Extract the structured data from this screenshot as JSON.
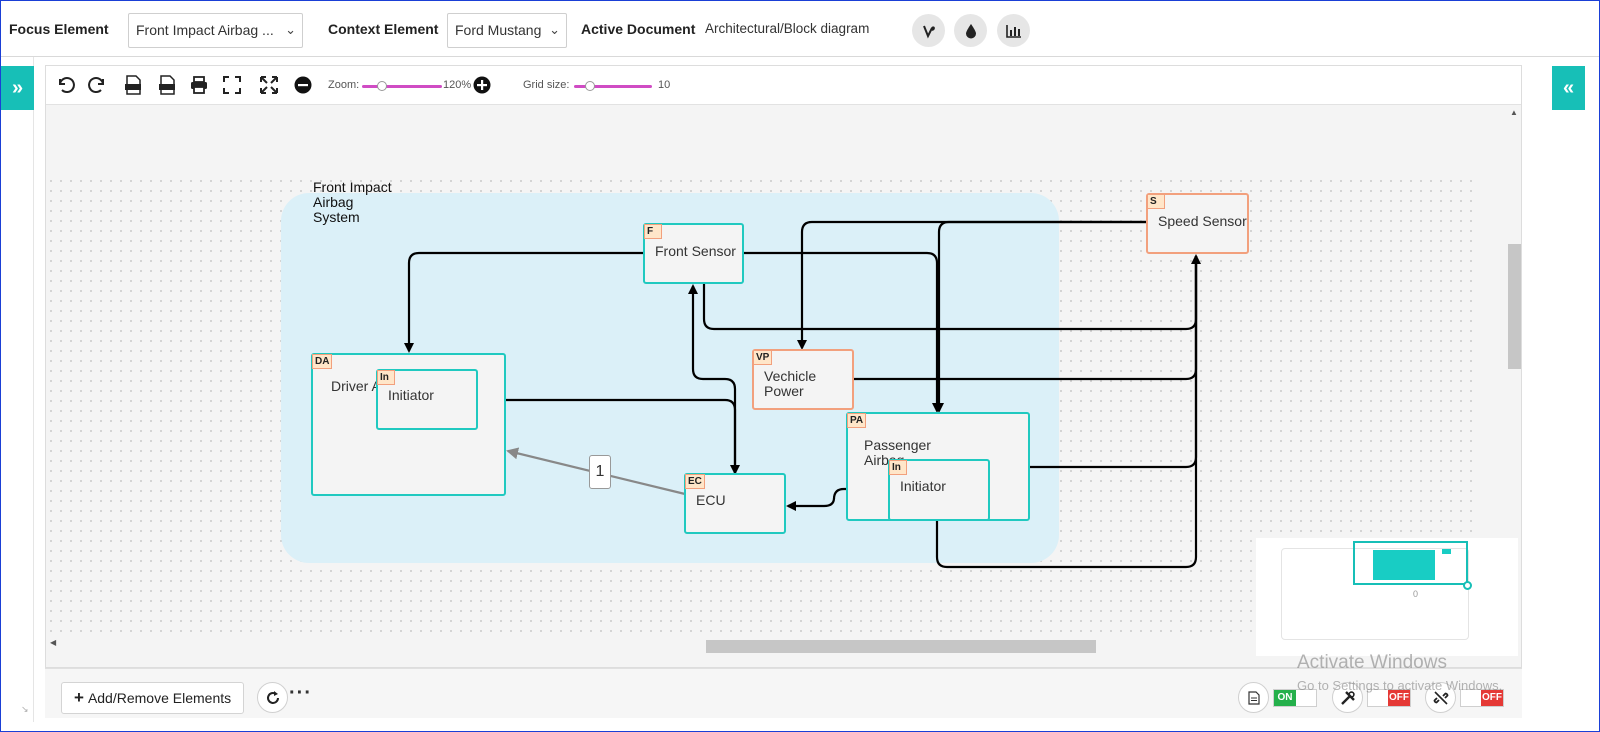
{
  "topbar": {
    "focus_label": "Focus Element",
    "focus_value": "Front Impact Airbag ...",
    "context_label": "Context Element",
    "context_value": "Ford Mustang",
    "active_doc_label": "Active Document",
    "active_doc_value": "Architectural/Block diagram",
    "icons": [
      "vine-icon",
      "drop-icon",
      "chart-icon"
    ]
  },
  "toolbar": {
    "zoom_label": "Zoom:",
    "zoom_value": "120%",
    "zoom_level": 0.25,
    "grid_label": "Grid size:",
    "grid_value": "10",
    "grid_level": 0.2
  },
  "diagram": {
    "group_label": "Front Impact Airbag System",
    "nodes": {
      "front_sensor": {
        "tag": "F",
        "label": "Front Sensor"
      },
      "speed_sensor": {
        "tag": "S",
        "label": "Speed Sensor"
      },
      "vehicle_power": {
        "tag": "VP",
        "label": "Vechicle Power"
      },
      "driver_airbag": {
        "tag": "DA",
        "label": "Driver A"
      },
      "driver_initiator": {
        "tag": "In",
        "label": "Initiator"
      },
      "passenger_airbag": {
        "tag": "PA",
        "label": "Passenger Airbag"
      },
      "passenger_initiator": {
        "tag": "In",
        "label": "Initiator"
      },
      "ecu": {
        "tag": "EC",
        "label": "ECU"
      }
    },
    "edge_label": "1"
  },
  "minimap": {
    "value": "0"
  },
  "bottom": {
    "add_remove_label": "Add/Remove Elements",
    "toggle1": "ON",
    "toggle2": "OFF",
    "toggle3": "OFF"
  },
  "watermark": {
    "title": "Activate Windows",
    "subtitle": "Go to Settings to activate Windows."
  },
  "colors": {
    "accent": "#17bfb7",
    "node_border": "#20c9c0",
    "orange_border": "#f2a07d",
    "group_fill": "#dbf0f8",
    "slider": "#d04cc4"
  }
}
